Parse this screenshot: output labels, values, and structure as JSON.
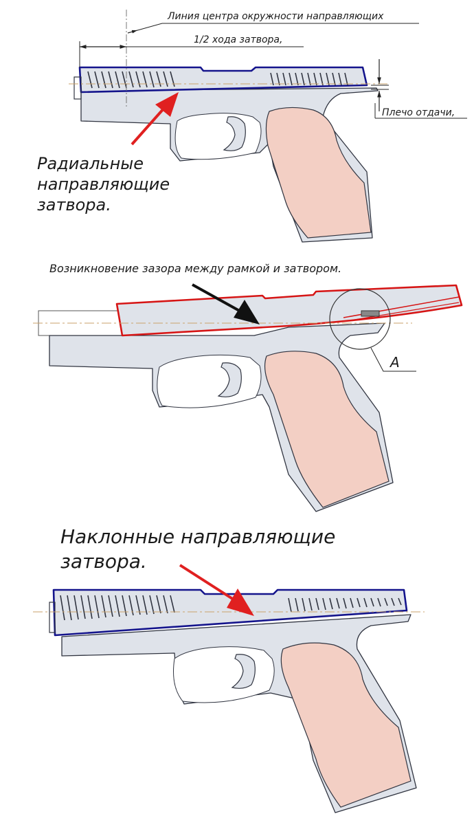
{
  "panels": [
    {
      "id": "radial",
      "labels": {
        "center_line": "Линия центра окружности направляющих",
        "half_stroke": "1/2 хода затвора,",
        "recoil_arm": "Плечо отдачи,",
        "guides_line1": "Радиальные",
        "guides_line2": "направляющие",
        "guides_line3": "затвора."
      },
      "colors": {
        "slide_outline": "#14148c",
        "arrow": "#e02020"
      }
    },
    {
      "id": "gap",
      "labels": {
        "gap_note": "Возникновение зазора между рамкой и затвором.",
        "detail": "А"
      },
      "colors": {
        "slide_outline": "#d61515",
        "arrow": "#111111"
      }
    },
    {
      "id": "inclined",
      "labels": {
        "title_line1": "Наклонные направляющие",
        "title_line2": "затвора."
      },
      "colors": {
        "slide_outline": "#14148c",
        "arrow": "#e02020"
      }
    }
  ]
}
